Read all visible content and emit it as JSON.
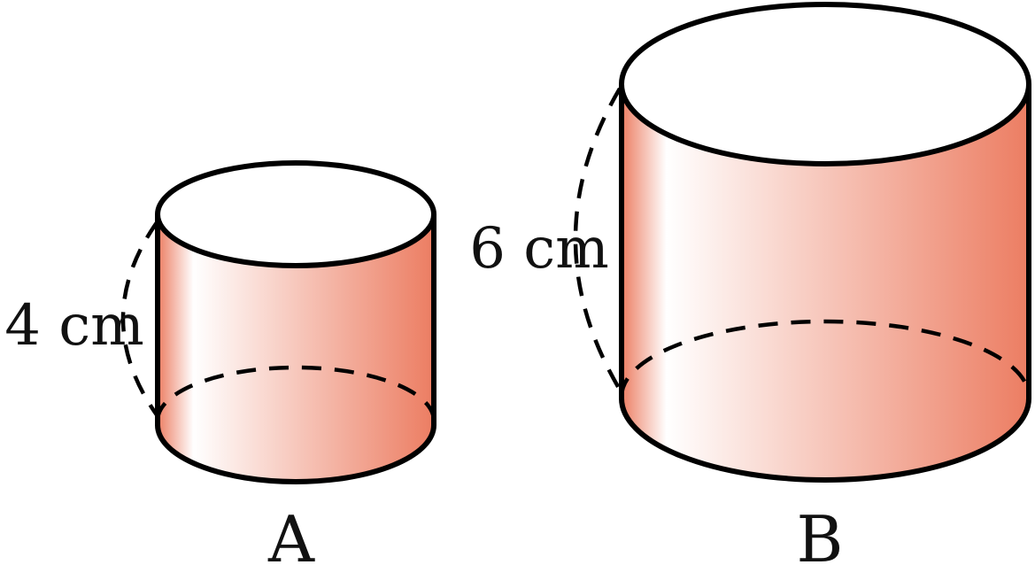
{
  "colors": {
    "fill_light": "#ffffff",
    "fill_dark": "#ec7d62",
    "stroke": "#000000"
  },
  "cylinder_a": {
    "label": "A",
    "height_label": "4 cm"
  },
  "cylinder_b": {
    "label": "B",
    "height_label": "6 cm"
  }
}
